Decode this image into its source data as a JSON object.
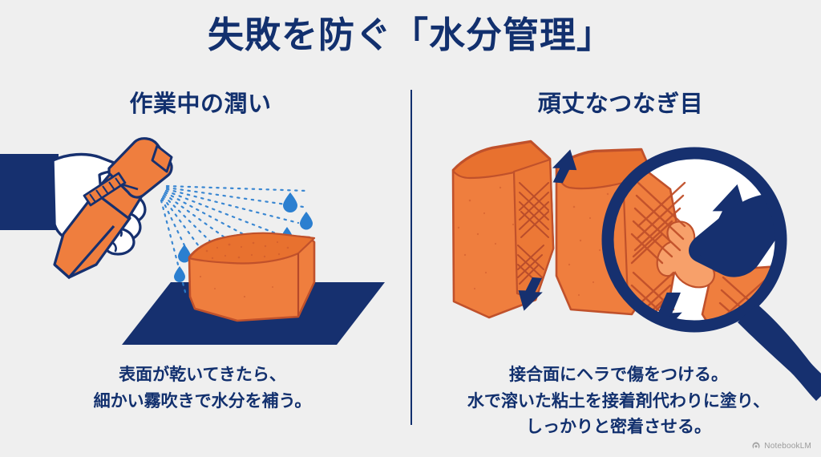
{
  "page": {
    "title": "失敗を防ぐ「水分管理」",
    "background_color": "#efefef",
    "accent_navy": "#12306e",
    "accent_orange": "#ef7e3e",
    "accent_blue_drop": "#2b7fd0"
  },
  "panels": {
    "left": {
      "heading": "作業中の潤い",
      "caption_lines": [
        "表面が乾いてきたら、",
        "細かい霧吹きで水分を補う。"
      ],
      "illustration_name": "spray-bottle-misting-clay-block"
    },
    "right": {
      "heading": "頑丈なつなぎ目",
      "caption_lines": [
        "接合面にヘラで傷をつける。",
        "水で溶いた粘土を接着剤代わりに塗り、",
        "しっかりと密着させる。"
      ],
      "illustration_name": "scored-clay-joint-with-magnifier"
    }
  },
  "watermark": {
    "label": "NotebookLM",
    "icon": "notebooklm-logo-icon"
  }
}
